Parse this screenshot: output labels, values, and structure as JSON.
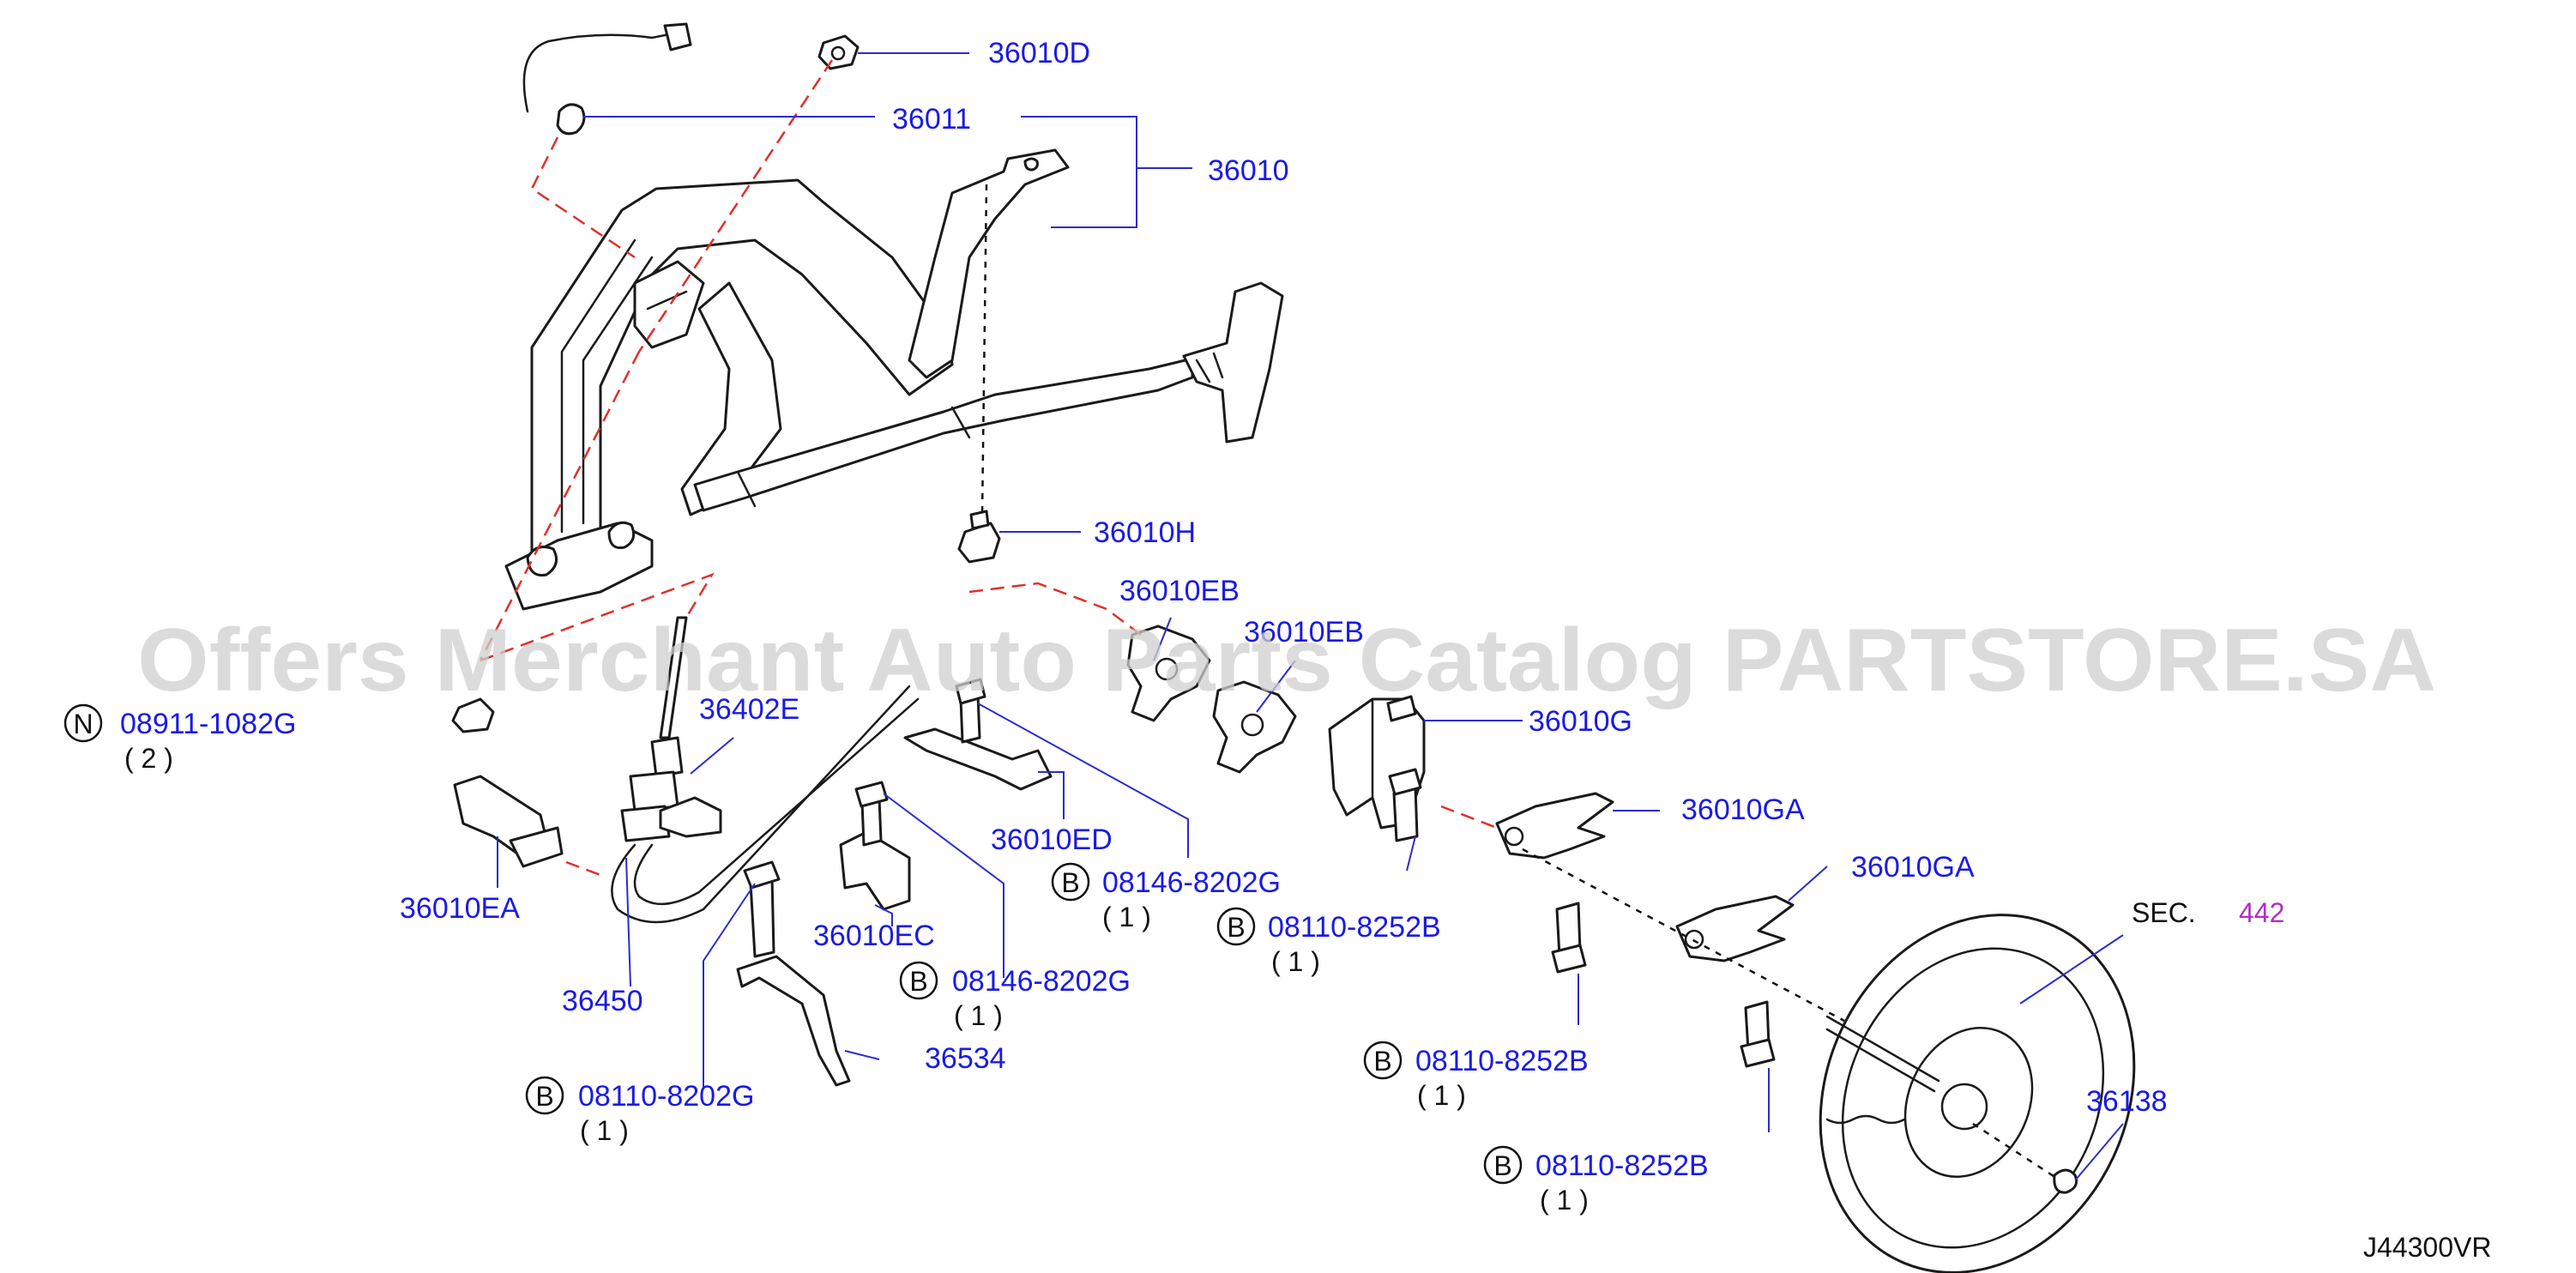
{
  "watermark": "Offers Merchant Auto Parts Catalog PARTSTORE.SA",
  "diagram_code": "J44300VR",
  "section_ref": {
    "prefix": "SEC.",
    "number": "442"
  },
  "callouts": [
    {
      "id": "c-36010d",
      "text": "36010D"
    },
    {
      "id": "c-36011",
      "text": "36011"
    },
    {
      "id": "c-36010",
      "text": "36010"
    },
    {
      "id": "c-36010h",
      "text": "36010H"
    },
    {
      "id": "c-36010eb-1",
      "text": "36010EB"
    },
    {
      "id": "c-36010eb-2",
      "text": "36010EB"
    },
    {
      "id": "c-36010g",
      "text": "36010G"
    },
    {
      "id": "c-36402e",
      "text": "36402E"
    },
    {
      "id": "c-36010ed",
      "text": "36010ED"
    },
    {
      "id": "c-36010ga-1",
      "text": "36010GA"
    },
    {
      "id": "c-36010ga-2",
      "text": "36010GA"
    },
    {
      "id": "c-36010ea",
      "text": "36010EA"
    },
    {
      "id": "c-36010ec",
      "text": "36010EC"
    },
    {
      "id": "c-36450",
      "text": "36450"
    },
    {
      "id": "c-36534",
      "text": "36534"
    },
    {
      "id": "c-36138",
      "text": "36138"
    }
  ],
  "fasteners": [
    {
      "symbol": "N",
      "part": "08911-1082G",
      "qty": "( 2 )"
    },
    {
      "symbol": "B",
      "part": "08146-8202G",
      "qty": "( 1 )"
    },
    {
      "symbol": "B",
      "part": "08110-8252B",
      "qty": "( 1 )"
    },
    {
      "symbol": "B",
      "part": "08146-8202G",
      "qty": "( 1 )"
    },
    {
      "symbol": "B",
      "part": "08110-8252B",
      "qty": "( 1 )"
    },
    {
      "symbol": "B",
      "part": "08110-8202G",
      "qty": "( 1 )"
    },
    {
      "symbol": "B",
      "part": "08110-8252B",
      "qty": "( 1 )"
    }
  ],
  "colors": {
    "label": "#1a1ae6",
    "leader": "#2b2bd0",
    "dashed_link": "#e0302a",
    "section_number": "#b030c0"
  }
}
